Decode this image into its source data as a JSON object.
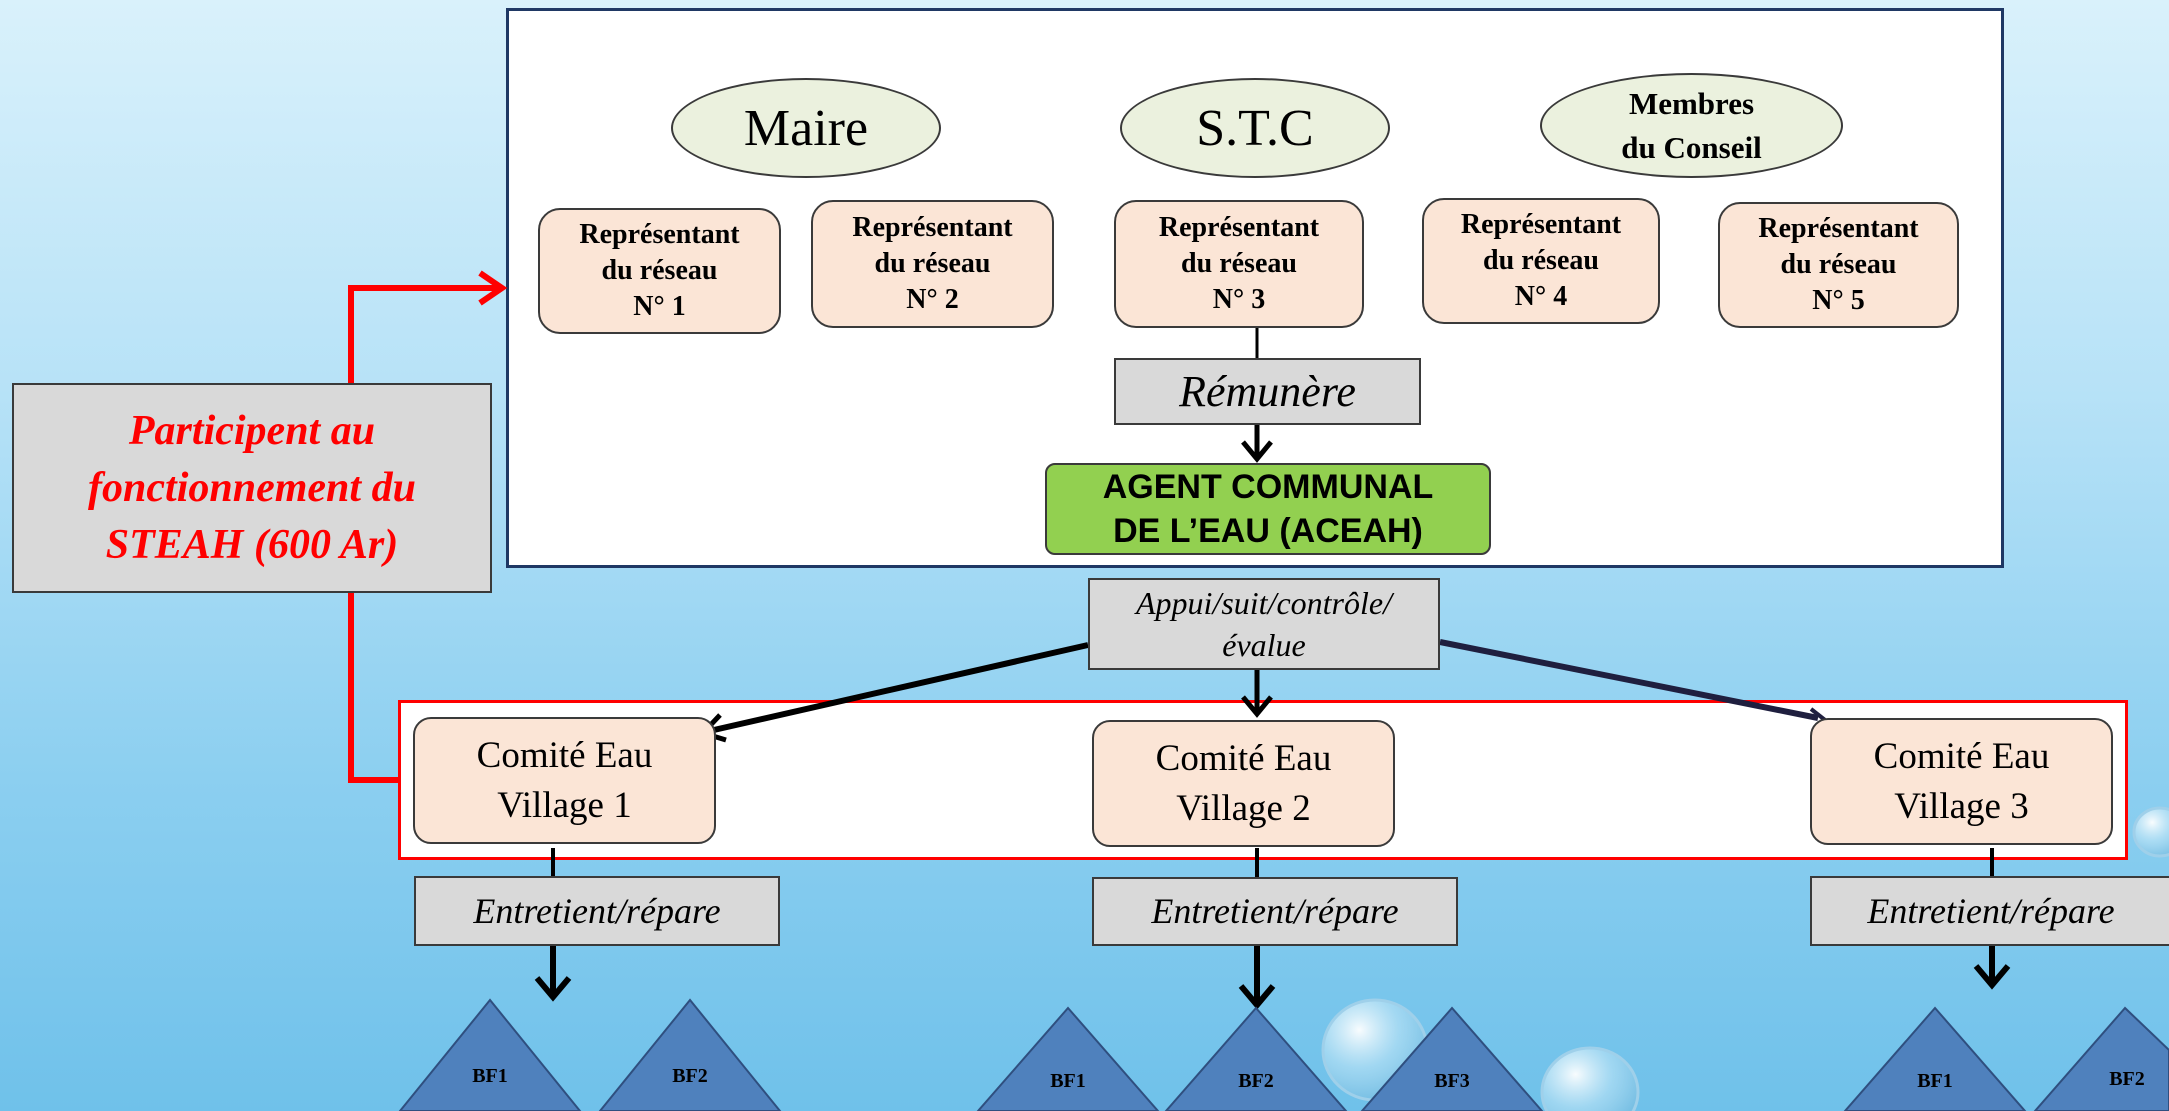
{
  "ellipses": [
    {
      "label": "Maire"
    },
    {
      "label": "S.T.C"
    },
    {
      "line1": "Membres",
      "line2": "du Conseil"
    }
  ],
  "representatives": [
    {
      "line1": "Représentant",
      "line2": "du réseau",
      "line3": "N° 1"
    },
    {
      "line1": "Représentant",
      "line2": "du réseau",
      "line3": "N° 2"
    },
    {
      "line1": "Représentant",
      "line2": "du réseau",
      "line3": "N° 3"
    },
    {
      "line1": "Représentant",
      "line2": "du réseau",
      "line3": "N° 4"
    },
    {
      "line1": "Représentant",
      "line2": "du réseau",
      "line3": "N° 5"
    }
  ],
  "remunere": "Rémunère",
  "agent": {
    "line1": "AGENT COMMUNAL",
    "line2": "DE L’EAU (ACEAH)"
  },
  "appui": {
    "line1": "Appui/suit/contrôle/",
    "line2": "évalue"
  },
  "participent": {
    "line1": "Participent au",
    "line2": "fonctionnement du",
    "line3": "STEAH (600 Ar)"
  },
  "comites": [
    {
      "line1": "Comité Eau",
      "line2": "Village 1"
    },
    {
      "line1": "Comité Eau",
      "line2": "Village 2"
    },
    {
      "line1": "Comité Eau",
      "line2": "Village 3"
    }
  ],
  "entretient": "Entretient/répare",
  "bornes": [
    "BF1",
    "BF2",
    "BF1",
    "BF2",
    "BF3",
    "BF1",
    "BF2"
  ],
  "colors": {
    "arrow_red": "#ff0000",
    "frame_blue": "#1f3864",
    "agent_green": "#92d050",
    "triangle_blue": "#4f81bd"
  }
}
